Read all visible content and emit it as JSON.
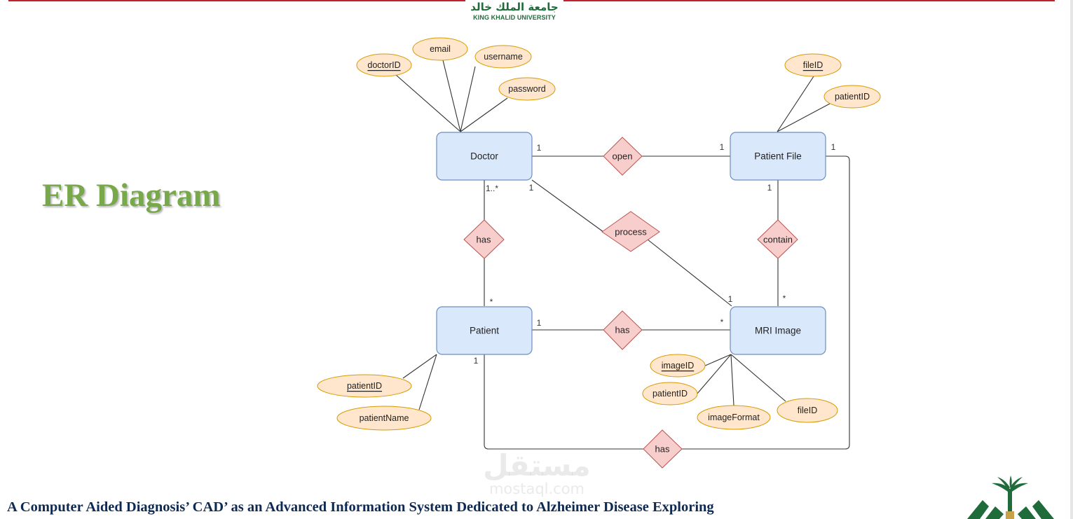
{
  "header": {
    "logo_arabic": "جامعة الملك خالد",
    "logo_english": "KING KHALID UNIVERSITY"
  },
  "slide": {
    "title": "ER Diagram",
    "footer": "A Computer Aided Diagnosis’ CAD’ as an Advanced Information System Dedicated to Alzheimer Disease Exploring"
  },
  "watermark": {
    "arabic": "مستقل",
    "latin": "mostaql.com"
  },
  "colors": {
    "entity_fill": "#dae8fc",
    "entity_stroke": "#6c8ebf",
    "relationship_fill": "#f8cecc",
    "relationship_stroke": "#b85450",
    "attribute_fill": "#ffe6cc",
    "attribute_stroke": "#d79b00",
    "title_green": "#77a84a",
    "footer_navy": "#0f2a52",
    "brand_green": "#1f6b3a",
    "top_rule_red": "#c0232b"
  },
  "diagram": {
    "entities": {
      "doctor": "Doctor",
      "patient_file": "Patient File",
      "patient": "Patient",
      "mri_image": "MRI Image"
    },
    "relationships": {
      "open": "open",
      "process": "process",
      "contain": "contain",
      "doctor_has": "has",
      "patient_mri_has": "has",
      "patient_file_has": "has"
    },
    "attributes": {
      "doctor_id": "doctorID",
      "email": "email",
      "username": "username",
      "password": "password",
      "file_id": "fileID",
      "file_patient_id": "patientID",
      "patient_id": "patientID",
      "patient_name": "patientName",
      "image_id": "imageID",
      "mri_patient_id": "patientID",
      "image_format": "imageFormat",
      "mri_file_id": "fileID"
    },
    "primary_keys": [
      "doctorID",
      "fileID",
      "patientID",
      "imageID"
    ],
    "cardinalities": {
      "doctor_open": "1",
      "file_open": "1",
      "file_has": "1",
      "doctor_has_patient": "1..*",
      "doctor_process": "1",
      "file_contain": "1",
      "patient_has_doctor": "*",
      "mri_process": "1",
      "mri_contain": "*",
      "patient_has_mri": "1",
      "mri_has_patient": "*",
      "patient_has_file": "1"
    }
  }
}
